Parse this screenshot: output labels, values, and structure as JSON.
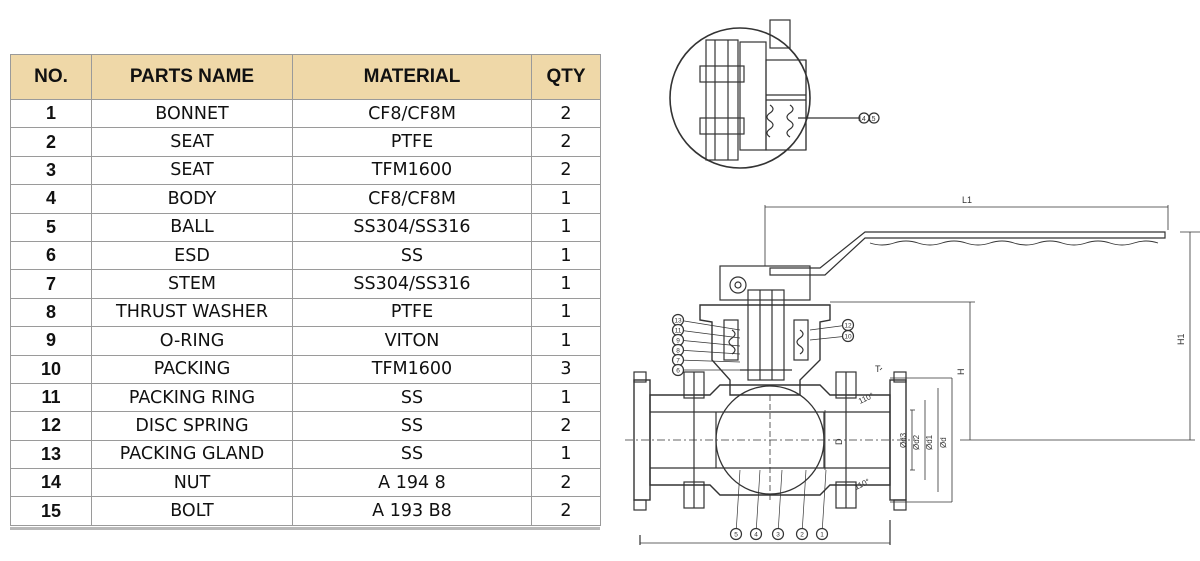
{
  "table": {
    "headers": [
      "NO.",
      "PARTS NAME",
      "MATERIAL",
      "QTY"
    ],
    "rows": [
      [
        "1",
        "BONNET",
        "CF8/CF8M",
        "2"
      ],
      [
        "2",
        "SEAT",
        "PTFE",
        "2"
      ],
      [
        "3",
        "SEAT",
        "TFM1600",
        "2"
      ],
      [
        "4",
        "BODY",
        "CF8/CF8M",
        "1"
      ],
      [
        "5",
        "BALL",
        "SS304/SS316",
        "1"
      ],
      [
        "6",
        "ESD",
        "SS",
        "1"
      ],
      [
        "7",
        "STEM",
        "SS304/SS316",
        "1"
      ],
      [
        "8",
        "THRUST WASHER",
        "PTFE",
        "1"
      ],
      [
        "9",
        "O-RING",
        "VITON",
        "1"
      ],
      [
        "10",
        "PACKING",
        "TFM1600",
        "3"
      ],
      [
        "11",
        "PACKING RING",
        "SS",
        "1"
      ],
      [
        "12",
        "DISC SPRING",
        "SS",
        "2"
      ],
      [
        "13",
        "PACKING GLAND",
        "SS",
        "1"
      ],
      [
        "14",
        "NUT",
        "A 194 8",
        "2"
      ],
      [
        "15",
        "BOLT",
        "A 193 B8",
        "2"
      ]
    ]
  },
  "drawing": {
    "detail_callout": "14 15",
    "dim_L1": "L1",
    "dim_H1": "H1",
    "dim_H": "H",
    "dim_D": "D",
    "dim_d3": "Ød3",
    "dim_d2": "Ød2",
    "dim_d1": "Ød1",
    "dim_d": "Ød",
    "dim_T": "T",
    "angle_top": "110°",
    "angle_bottom": "110°",
    "stem_callouts_left": [
      "13",
      "11",
      "9",
      "8",
      "7",
      "6"
    ],
    "stem_callouts_right": [
      "12",
      "10"
    ],
    "bottom_callouts": [
      "5",
      "4",
      "3",
      "2",
      "1"
    ]
  },
  "colors": {
    "header_bg": "#efd8a8",
    "line": "#333333"
  }
}
